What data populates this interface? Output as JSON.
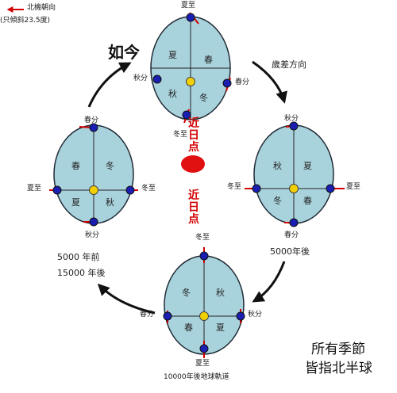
{
  "legend": {
    "line1": "北機朝向",
    "line2": "(只傾斜23.5度)",
    "arrow_color": "#d40000"
  },
  "colors": {
    "orbit_fill": "#a9d3dc",
    "orbit_stroke": "#1f2a36",
    "node_blue": "#1a1fb2",
    "sun_yellow": "#f2d000",
    "perihelion_red": "#e01010",
    "arrow_red": "#d40000"
  },
  "orbits": {
    "top": {
      "time_label": "如今",
      "nodes": {
        "top": "夏至",
        "left": "秋分",
        "right": "春分",
        "bottom": "冬至"
      },
      "seasons": {
        "upper_left": "夏",
        "upper_right": "春",
        "lower_left": "秋",
        "lower_right": "冬"
      }
    },
    "left": {
      "time_label": "5000 年前\n15000 年後",
      "nodes": {
        "top": "春分",
        "left": "夏至",
        "right": "冬至",
        "bottom": "秋分"
      },
      "seasons": {
        "upper_left": "春",
        "upper_right": "冬",
        "lower_left": "夏",
        "lower_right": "秋"
      }
    },
    "right": {
      "time_label": "5000年後",
      "nodes": {
        "top": "秋分",
        "left": "冬至",
        "right": "夏至",
        "bottom": "春分"
      },
      "seasons": {
        "upper_left": "秋",
        "upper_right": "夏",
        "lower_left": "冬",
        "lower_right": "春"
      }
    },
    "bottom": {
      "time_label": "10000年後地球軌道",
      "nodes": {
        "top": "冬至",
        "left": "春分",
        "right": "秋分",
        "bottom": "夏至"
      },
      "seasons": {
        "upper_left": "冬",
        "upper_right": "秋",
        "lower_left": "春",
        "lower_right": "夏"
      }
    }
  },
  "perihelion": {
    "label": "近日点"
  },
  "precession": {
    "label": "歲差方向"
  },
  "footer": {
    "line1": "所有季節",
    "line2": "皆指北半球"
  }
}
